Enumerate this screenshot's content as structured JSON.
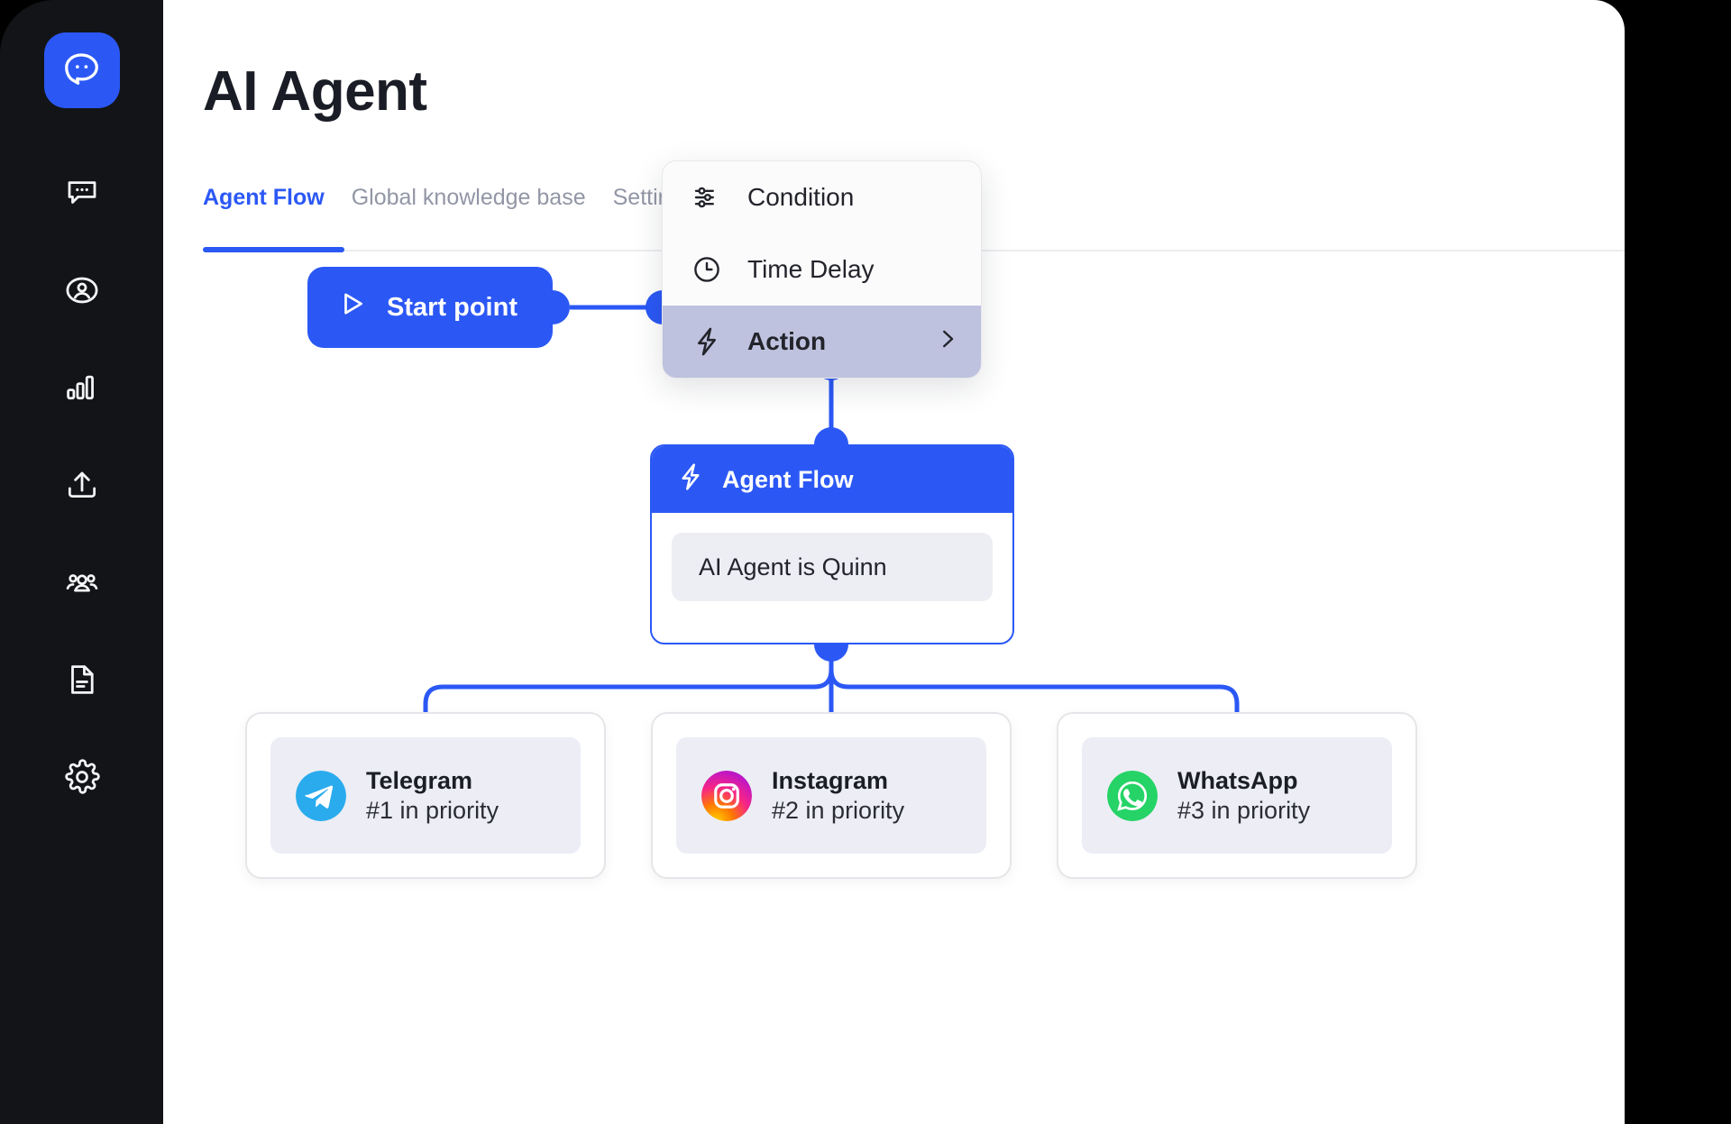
{
  "sidebar": {
    "logo_icon": "chat-bubble-logo-icon",
    "items": [
      {
        "icon": "chat-bubble-icon",
        "name": "chats"
      },
      {
        "icon": "user-circle-icon",
        "name": "contacts"
      },
      {
        "icon": "bar-chart-icon",
        "name": "analytics"
      },
      {
        "icon": "upload-icon",
        "name": "broadcast"
      },
      {
        "icon": "team-icon",
        "name": "team"
      },
      {
        "icon": "document-icon",
        "name": "documents"
      },
      {
        "icon": "gear-icon",
        "name": "settings"
      }
    ]
  },
  "header": {
    "title": "AI Agent"
  },
  "tabs": [
    {
      "label": "Agent Flow",
      "active": true
    },
    {
      "label": "Global knowledge base",
      "active": false
    },
    {
      "label": "Settings",
      "active": false
    }
  ],
  "flow": {
    "start_node": {
      "label": "Start point",
      "icon": "play-icon"
    },
    "agent_node": {
      "title": "Agent Flow",
      "icon": "lightning-icon",
      "field_value": "AI Agent is Quinn"
    },
    "channels": [
      {
        "name": "Telegram",
        "priority": "#1 in priority",
        "icon": "telegram-icon",
        "color": "#2AABEE"
      },
      {
        "name": "Instagram",
        "priority": "#2 in priority",
        "icon": "instagram-icon",
        "color": "#C13584"
      },
      {
        "name": "WhatsApp",
        "priority": "#3 in priority",
        "icon": "whatsapp-icon",
        "color": "#25D366"
      }
    ]
  },
  "menu": {
    "items": [
      {
        "label": "Condition",
        "icon": "sliders-icon",
        "highlight": false,
        "has_submenu": false
      },
      {
        "label": "Time Delay",
        "icon": "clock-icon",
        "highlight": false,
        "has_submenu": false
      },
      {
        "label": "Action",
        "icon": "lightning-icon",
        "highlight": true,
        "has_submenu": true
      }
    ]
  },
  "colors": {
    "brand_blue": "#2B58F5",
    "sidebar_bg": "#131417",
    "menu_highlight": "#BEC2DE",
    "muted_text": "#9296A5"
  }
}
